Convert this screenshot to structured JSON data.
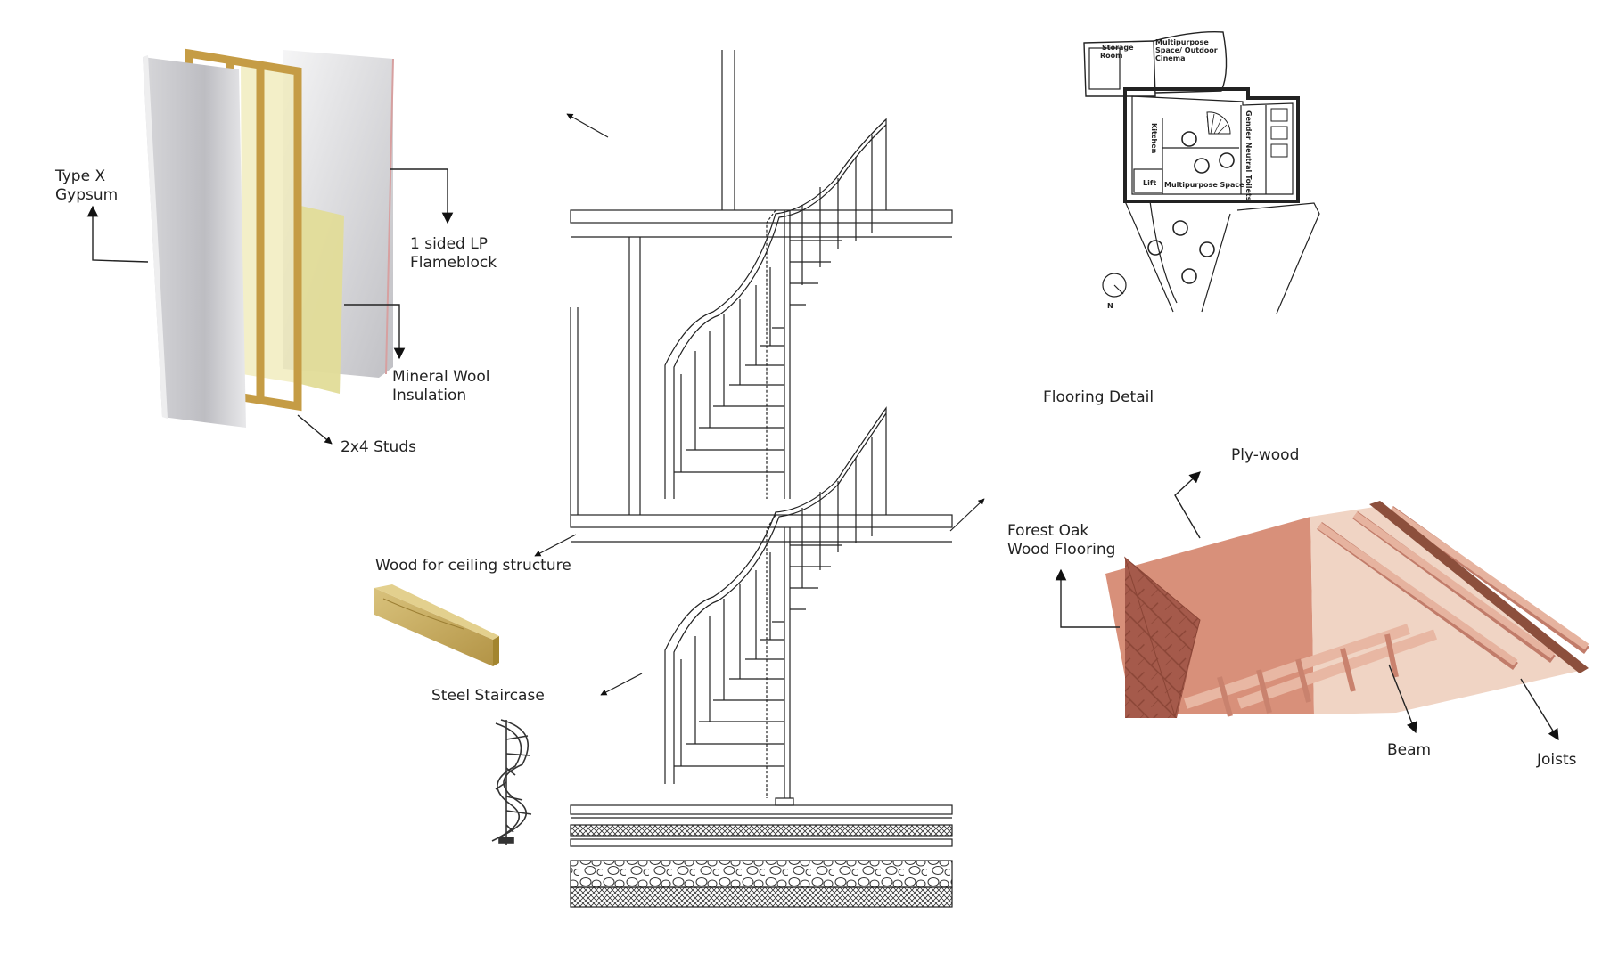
{
  "labels": {
    "gypsum": [
      "Type X",
      "Gypsum"
    ],
    "flameblock": [
      "1 sided LP",
      "Flameblock"
    ],
    "insulation": [
      "Mineral Wool",
      "Insulation"
    ],
    "studs": "2x4 Studs",
    "ceiling_wood": "Wood for ceiling structure",
    "staircase": "Steel Staircase",
    "flooring_detail": "Flooring Detail",
    "plywood": "Ply-wood",
    "oak": [
      "Forest Oak",
      "Wood Flooring"
    ],
    "beam": "Beam",
    "joists": "Joists"
  },
  "plan": {
    "storage": [
      "Storage",
      "Room"
    ],
    "multipurpose_outdoor": [
      "Multipurpose",
      "Space/ Outdoor",
      "Cinema"
    ],
    "kitchen": "Kitchen",
    "lift": "Lift",
    "multipurpose": "Multipurpose Space",
    "toilets": "Gender Neutral Toilets",
    "north": "N"
  },
  "colors": {
    "text": "#222222",
    "gypsum": "#c8c8cc",
    "stud": "#c9a24a",
    "wool": "#e4df9c",
    "timber": "#c9b06a",
    "ply": "#d4907a",
    "brick": "#a45a4a",
    "joist": "#e2a996"
  }
}
